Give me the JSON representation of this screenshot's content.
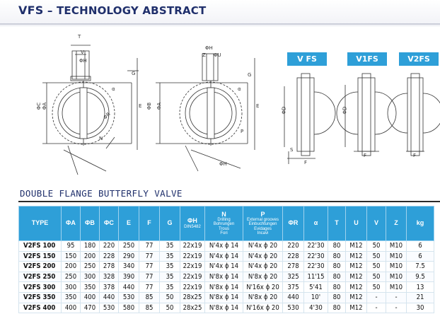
{
  "header": {
    "brand": "VFS",
    "separator": " – ",
    "title": "TECHNOLOGY ABSTRACT"
  },
  "drawing_labels": {
    "front1": {
      "T": "T",
      "V": "V",
      "phiH": "ΦH",
      "phiC": "ΦC",
      "phiA": "ΦA",
      "G": "G",
      "E": "E",
      "alpha": "α",
      "phiR": "ΦR",
      "N": "N"
    },
    "front2": {
      "phiH": "ΦH",
      "Z": "Z",
      "phiU": "ΦU",
      "phiB": "ΦB",
      "phiA": "ΦA",
      "G": "G",
      "E": "E",
      "alpha": "α",
      "P": "P",
      "phiH2": "ΦH"
    },
    "side": {
      "phiD": "ΦD",
      "S": "S",
      "F": "F",
      "phiD2": "ΦD",
      "F2": "F",
      "F3": "F"
    }
  },
  "variants": [
    "V  FS",
    "V1FS",
    "V2FS"
  ],
  "section_title": "DOUBLE FLANGE BUTTERFLY VALVE",
  "table": {
    "headers": [
      "TYPE",
      "ΦA",
      "ΦB",
      "ΦC",
      "E",
      "F",
      "G",
      "ΦH",
      "N",
      "P",
      "ΦR",
      "α",
      "T",
      "U",
      "V",
      "Z",
      "kg"
    ],
    "header_subs": {
      "ΦH": "DIN5482",
      "N": [
        "Drilling",
        "Bohrungen",
        "Trous",
        "Fori"
      ],
      "P": [
        "External grooves",
        "Einbuchtungen",
        "Evidages",
        "Incavi"
      ]
    },
    "rows": [
      [
        "V2FS 100",
        "95",
        "180",
        "220",
        "250",
        "77",
        "35",
        "22x19",
        "N'4x ϕ 14",
        "N'4x ϕ 20",
        "220",
        "22'30",
        "80",
        "M12",
        "50",
        "M10",
        "6"
      ],
      [
        "V2FS 150",
        "150",
        "200",
        "228",
        "290",
        "77",
        "35",
        "22x19",
        "N'4x ϕ 14",
        "N'4x ϕ 20",
        "228",
        "22'30",
        "80",
        "M12",
        "50",
        "M10",
        "6"
      ],
      [
        "V2FS 200",
        "200",
        "250",
        "278",
        "340",
        "77",
        "35",
        "22x19",
        "N'4x ϕ 14",
        "N'4x ϕ 20",
        "278",
        "22'30",
        "80",
        "M12",
        "50",
        "M10",
        "7.5"
      ],
      [
        "V2FS 250",
        "250",
        "300",
        "328",
        "390",
        "77",
        "35",
        "22x19",
        "N'8x ϕ 14",
        "N'8x ϕ 20",
        "325",
        "11'15",
        "80",
        "M12",
        "50",
        "M10",
        "9.5"
      ],
      [
        "V2FS 300",
        "300",
        "350",
        "378",
        "440",
        "77",
        "35",
        "22x19",
        "N'8x ϕ 14",
        "N'16x ϕ 20",
        "375",
        "5'41",
        "80",
        "M12",
        "50",
        "M10",
        "13"
      ],
      [
        "V2FS 350",
        "350",
        "400",
        "440",
        "530",
        "85",
        "50",
        "28x25",
        "N'8x ϕ 14",
        "N'8x ϕ 20",
        "440",
        "10'",
        "80",
        "M12",
        "-",
        "-",
        "21"
      ],
      [
        "V2FS 400",
        "400",
        "470",
        "530",
        "580",
        "85",
        "50",
        "28x25",
        "N'8x ϕ 14",
        "N'16x ϕ 20",
        "530",
        "4'30",
        "80",
        "M12",
        "-",
        "-",
        "30"
      ]
    ]
  }
}
